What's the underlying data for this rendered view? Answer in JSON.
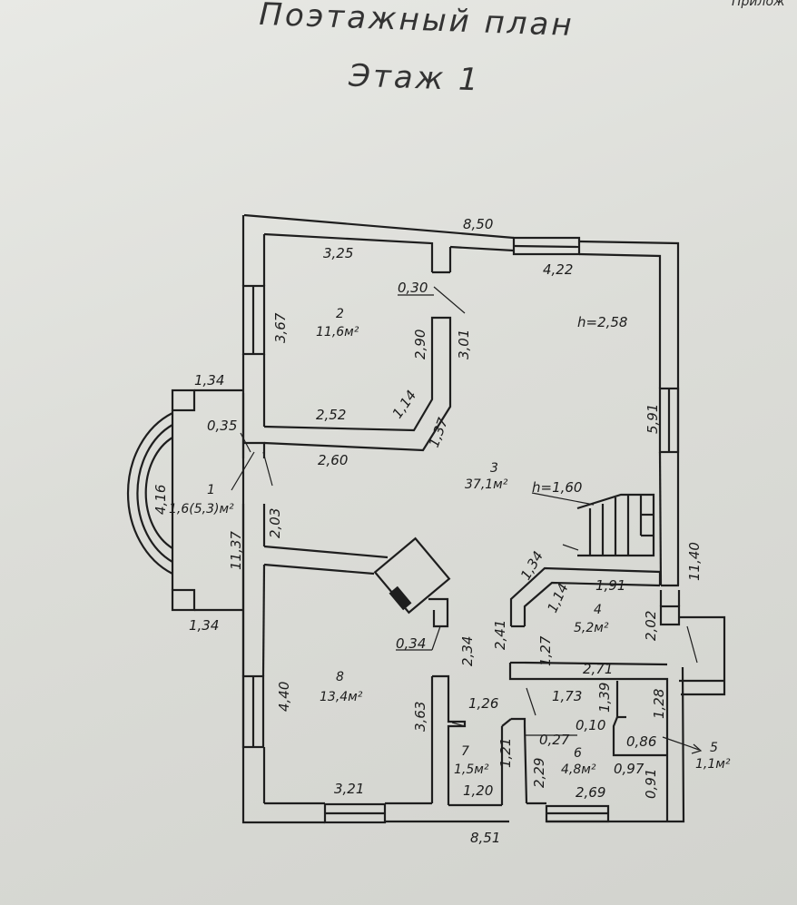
{
  "header": {
    "corner_text": "Прилож",
    "title": "Поэтажный план",
    "floor": "Этаж 1"
  },
  "rooms": [
    {
      "number": "1",
      "area": "1,6(5,3)м²"
    },
    {
      "number": "2",
      "area": "11,6м²"
    },
    {
      "number": "3",
      "area": "37,1м²",
      "height": "h=2,58",
      "stair_height": "h=1,60"
    },
    {
      "number": "4",
      "area": "5,2м²"
    },
    {
      "number": "5",
      "area": "1,1м²"
    },
    {
      "number": "6",
      "area": "4,8м²"
    },
    {
      "number": "7",
      "area": "1,5м²"
    },
    {
      "number": "8",
      "area": "13,4м²"
    }
  ],
  "dimensions": {
    "top_total": "8,50",
    "bottom_total": "8,51",
    "right_total": "11,40",
    "left_total": "11,37",
    "porch_top": "1,34",
    "porch_bottom": "1,34",
    "porch_depth": "4,16",
    "porch_wall": "0,35",
    "r1_door": "2,03",
    "r2_top": "3,25",
    "r2_left": "3,67",
    "r2_bottom": "2,52",
    "r2_partition": "0,30",
    "r2_right": "2,90",
    "r2_diag": "1,14",
    "r3_top": "4,22",
    "r3_left": "3,01",
    "r3_right": "5,91",
    "r3_corridor": "2,60",
    "r3_diag": "1,37",
    "r3_stair_diag": "1,34",
    "r3_door": "2,41",
    "r4_top": "1,91",
    "r4_diag": "1,14",
    "r4_left": "1,27",
    "r4_bottom": "2,71",
    "r4_right": "2,02",
    "r5_bottom": "0,86",
    "r5_side": "1,28",
    "r5_door": "0,10",
    "r5_small": "1,39",
    "r6_top": "1,73",
    "r6_bottom": "2,69",
    "r6_left": "2,29",
    "r6_wall": "0,27",
    "r6_w2": "0,97",
    "r6_w3": "0,91",
    "r7_top": "1,26",
    "r7_bottom": "1,20",
    "r7_side": "1,21",
    "r8_top": "2,34",
    "r8_stove": "0,34",
    "r8_left": "4,40",
    "r8_bottom": "3,21",
    "r8_right": "3,63"
  }
}
